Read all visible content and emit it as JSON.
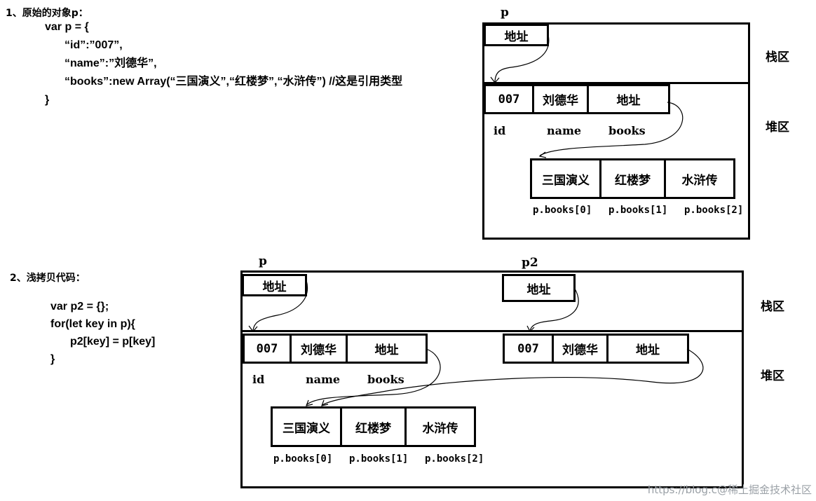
{
  "section1": {
    "title": "1、原始的对象p：",
    "code": [
      "var p = {",
      "“id”:”007”,",
      "“name”:”刘德华”,",
      "“books”:new Array(“三国演义”,“红楼梦”,“水浒传”) //这是引用类型",
      "}"
    ]
  },
  "section2": {
    "title": "2、浅拷贝代码：",
    "code": [
      "var p2 = {};",
      "for(let key in p){",
      "p2[key] = p[key]",
      "}"
    ]
  },
  "labels": {
    "stack_area": "栈区",
    "heap_area": "堆区",
    "var_p": "p",
    "var_p2": "p2",
    "address": "地址",
    "id_value": "007",
    "name_value": "刘德华",
    "field_id": "id",
    "field_name": "name",
    "field_books": "books",
    "books": [
      "三国演义",
      "红楼梦",
      "水浒传"
    ],
    "book_indices": [
      "p.books[0]",
      "p.books[1]",
      "p.books[2]"
    ]
  },
  "watermark": "https://blog.c@稀土掘金技术社区"
}
